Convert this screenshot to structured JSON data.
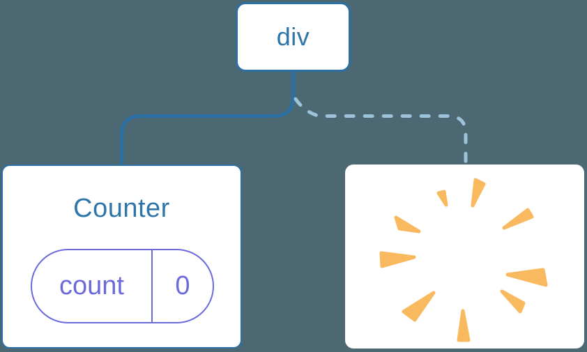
{
  "tree": {
    "root": {
      "label": "div"
    },
    "children": [
      {
        "id": "counter",
        "title": "Counter",
        "connection": "solid",
        "state_pill": {
          "name": "count",
          "value": "0"
        }
      },
      {
        "id": "removed-node",
        "connection": "dashed",
        "icon": "poof-burst-icon"
      }
    ]
  },
  "colors": {
    "background": "#4C6872",
    "card_bg": "#FFFFFF",
    "node_border": "#2B6FA3",
    "node_text": "#2E76AA",
    "solid_link": "#2B6FA3",
    "dashed_link": "#9DC3DB",
    "state_accent": "#6A6ADB",
    "burst": "#F9B95E"
  }
}
